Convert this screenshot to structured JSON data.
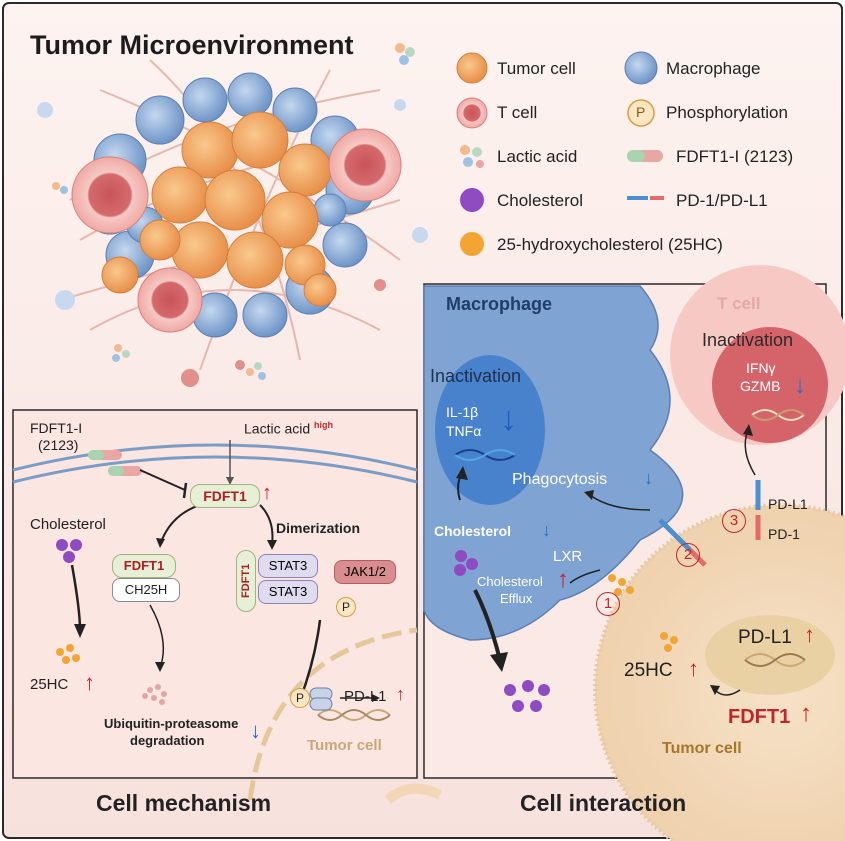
{
  "title": "Tumor Microenvironment",
  "legend": {
    "tumor_cell": "Tumor cell",
    "macrophage": "Macrophage",
    "t_cell": "T cell",
    "phosphorylation": "Phosphorylation",
    "phos_symbol": "P",
    "lactic_acid": "Lactic acid",
    "fdft1_inhibitor": "FDFT1-I (2123)",
    "cholesterol": "Cholesterol",
    "pd1_pdl1": "PD-1/PD-L1",
    "hc25": "25-hydroxycholesterol (25HC)"
  },
  "mechanism": {
    "caption": "Cell mechanism",
    "inhibitor_line1": "FDFT1-I",
    "inhibitor_line2": "(2123)",
    "lactic": "Lactic acid",
    "lactic_sup": "high",
    "fdft1_top": "FDFT1",
    "dimerization": "Dimerization",
    "cholesterol": "Cholesterol",
    "fdft1_left": "FDFT1",
    "ch25h": "CH25H",
    "fdft1_vertical": "FDFT1",
    "stat3_a": "STAT3",
    "stat3_b": "STAT3",
    "jak": "JAK1/2",
    "p_symbol": "P",
    "p_symbol2": "P",
    "hc25": "25HC",
    "pdl1": "PD-L1",
    "ubiq_line1": "Ubiquitin-proteasome",
    "ubiq_line2": "degradation",
    "tumor_cell": "Tumor cell"
  },
  "interaction": {
    "caption": "Cell interaction",
    "macrophage": "Macrophage",
    "t_cell": "T cell",
    "inactivation_macro": "Inactivation",
    "il1b": "IL-1β",
    "tnfa": "TNFα",
    "phagocytosis": "Phagocytosis",
    "cholesterol": "Cholesterol",
    "lxr": "LXR",
    "efflux_line1": "Cholesterol",
    "efflux_line2": "Efflux",
    "inactivation_t": "Inactivation",
    "ifng": "IFNγ",
    "gzmb": "GZMB",
    "pdl1_label": "PD-L1",
    "pd1_label": "PD-1",
    "step1": "1",
    "step2": "2",
    "step3": "3",
    "hc25": "25HC",
    "pdl1_tumor": "PD-L1",
    "fdft1": "FDFT1",
    "tumor_cell": "Tumor cell"
  },
  "arrows": {
    "up": "↑",
    "down": "↓"
  },
  "colors": {
    "tumor_cell": "#f2a65a",
    "macrophage": "#7fa6d6",
    "t_cell": "#e98c88",
    "cholesterol": "#8e4bc2",
    "hc25": "#f3a533",
    "up_arrow": "#d0202a",
    "down_arrow": "#1f6fd1",
    "fdft1_text": "#b01e24"
  }
}
